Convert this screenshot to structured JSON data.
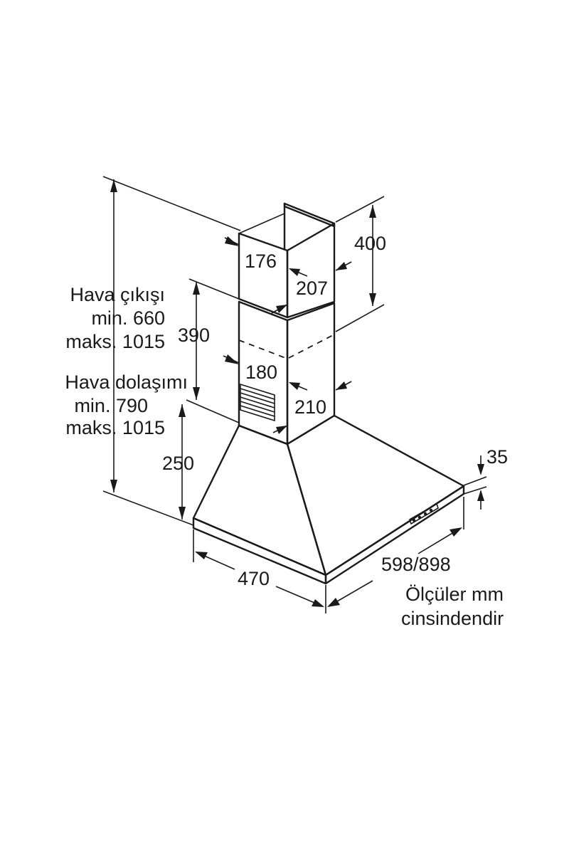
{
  "labels": {
    "air_outlet": {
      "title": "Hava çıkışı",
      "min": "min. 660",
      "max": "maks. 1015"
    },
    "air_circulation": {
      "title": "Hava dolaşımı",
      "min": "min. 790",
      "max": "maks. 1015"
    },
    "units_note": {
      "line1": "Ölçüler mm",
      "line2": "cinsindendir"
    }
  },
  "dimensions": {
    "upper_duct_depth": "176",
    "upper_duct_width": "207",
    "upper_duct_height": "400",
    "lower_duct_depth": "180",
    "lower_duct_width": "210",
    "lower_duct_height": "390",
    "hood_height": "250",
    "hood_depth": "470",
    "hood_width": "598/898",
    "base_thickness": "35"
  },
  "colors": {
    "line": "#1a1a1a",
    "background": "#ffffff"
  }
}
